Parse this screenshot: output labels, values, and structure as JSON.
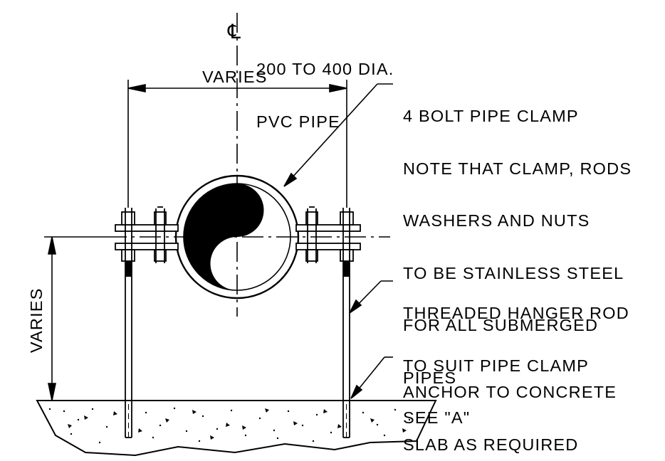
{
  "centerline": {
    "symbol": "℄",
    "lines": [
      "200 TO 400 DIA.",
      "PVC PIPE"
    ]
  },
  "dimensions": {
    "horizontal": "VARIES",
    "vertical": "VARIES"
  },
  "notes": {
    "clamp": [
      "4 BOLT PIPE CLAMP",
      "NOTE THAT CLAMP, RODS",
      "WASHERS AND NUTS",
      "TO BE STAINLESS STEEL",
      "FOR ALL SUBMERGED",
      "PIPES"
    ],
    "rod": [
      "THREADED HANGER ROD",
      "TO SUIT PIPE CLAMP",
      "SEE \"A\""
    ],
    "anchor": [
      "ANCHOR TO CONCRETE",
      "SLAB AS REQUIRED"
    ]
  },
  "colors": {
    "line": "#000000",
    "background": "#ffffff"
  }
}
